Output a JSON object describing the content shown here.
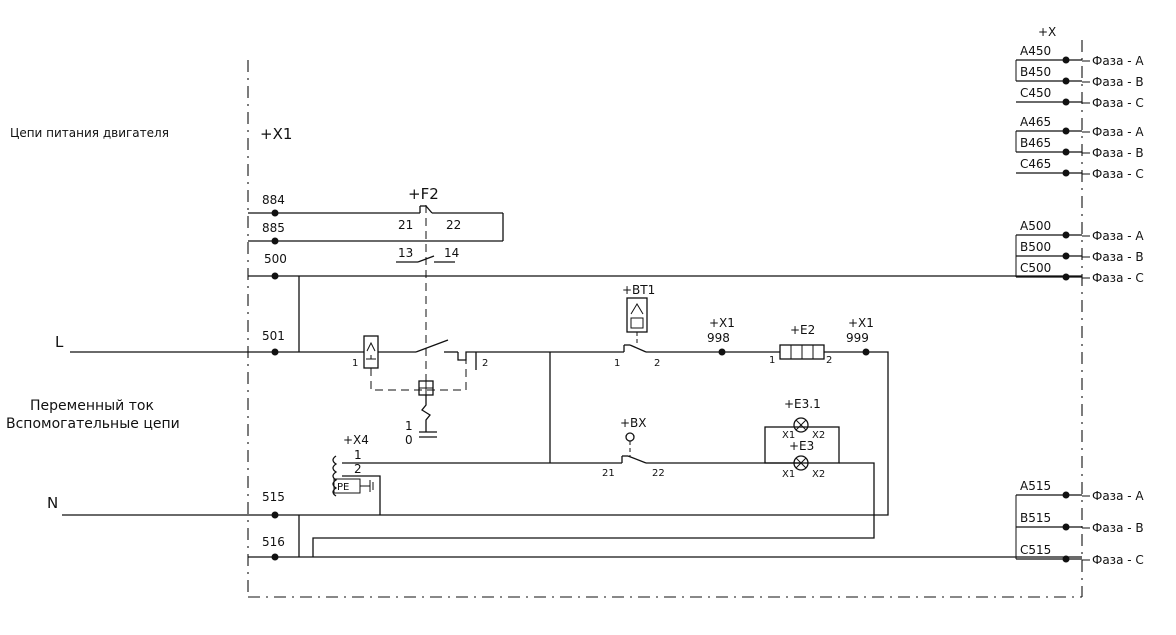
{
  "labels": {
    "motor_circuits": "Цепи питания двигателя",
    "x1_main": "+X1",
    "alternating_current": "Переменный ток",
    "aux_circuits": "Вспомогательные цепи",
    "line_l": "L",
    "line_n": "N",
    "terminal_x": "+X"
  },
  "wires": {
    "w884": "884",
    "w885": "885",
    "w500": "500",
    "w501": "501",
    "w515": "515",
    "w516": "516"
  },
  "components": {
    "f2": "+F2",
    "f2_21": "21",
    "f2_22": "22",
    "f2_13": "13",
    "f2_14": "14",
    "breaker_1": "1",
    "breaker_2": "2",
    "relay_1": "1",
    "relay_0": "0",
    "bt1": "+BT1",
    "bt1_1": "1",
    "bt1_2": "2",
    "x1_998": "+X1",
    "n998": "998",
    "e2": "+E2",
    "e2_1": "1",
    "e2_2": "2",
    "x1_999": "+X1",
    "n999": "999",
    "bx": "+BX",
    "bx_21": "21",
    "bx_22": "22",
    "e31": "+E3.1",
    "e31_x1": "X1",
    "e31_x2": "X2",
    "e3": "+E3",
    "e3_x1": "X1",
    "e3_x2": "X2",
    "x4": "+X4",
    "x4_1": "1",
    "x4_2": "2",
    "pe": "PE"
  },
  "phase_terminals": [
    {
      "code": "A450",
      "phase": "Фаза - A"
    },
    {
      "code": "B450",
      "phase": "Фаза - B"
    },
    {
      "code": "C450",
      "phase": "Фаза - C"
    },
    {
      "code": "A465",
      "phase": "Фаза - A"
    },
    {
      "code": "B465",
      "phase": "Фаза - B"
    },
    {
      "code": "C465",
      "phase": "Фаза - C"
    },
    {
      "code": "A500",
      "phase": "Фаза - A"
    },
    {
      "code": "B500",
      "phase": "Фаза - B"
    },
    {
      "code": "C500",
      "phase": "Фаза - C"
    },
    {
      "code": "A515",
      "phase": "Фаза - A"
    },
    {
      "code": "B515",
      "phase": "Фаза - B"
    },
    {
      "code": "C515",
      "phase": "Фаза - C"
    }
  ]
}
